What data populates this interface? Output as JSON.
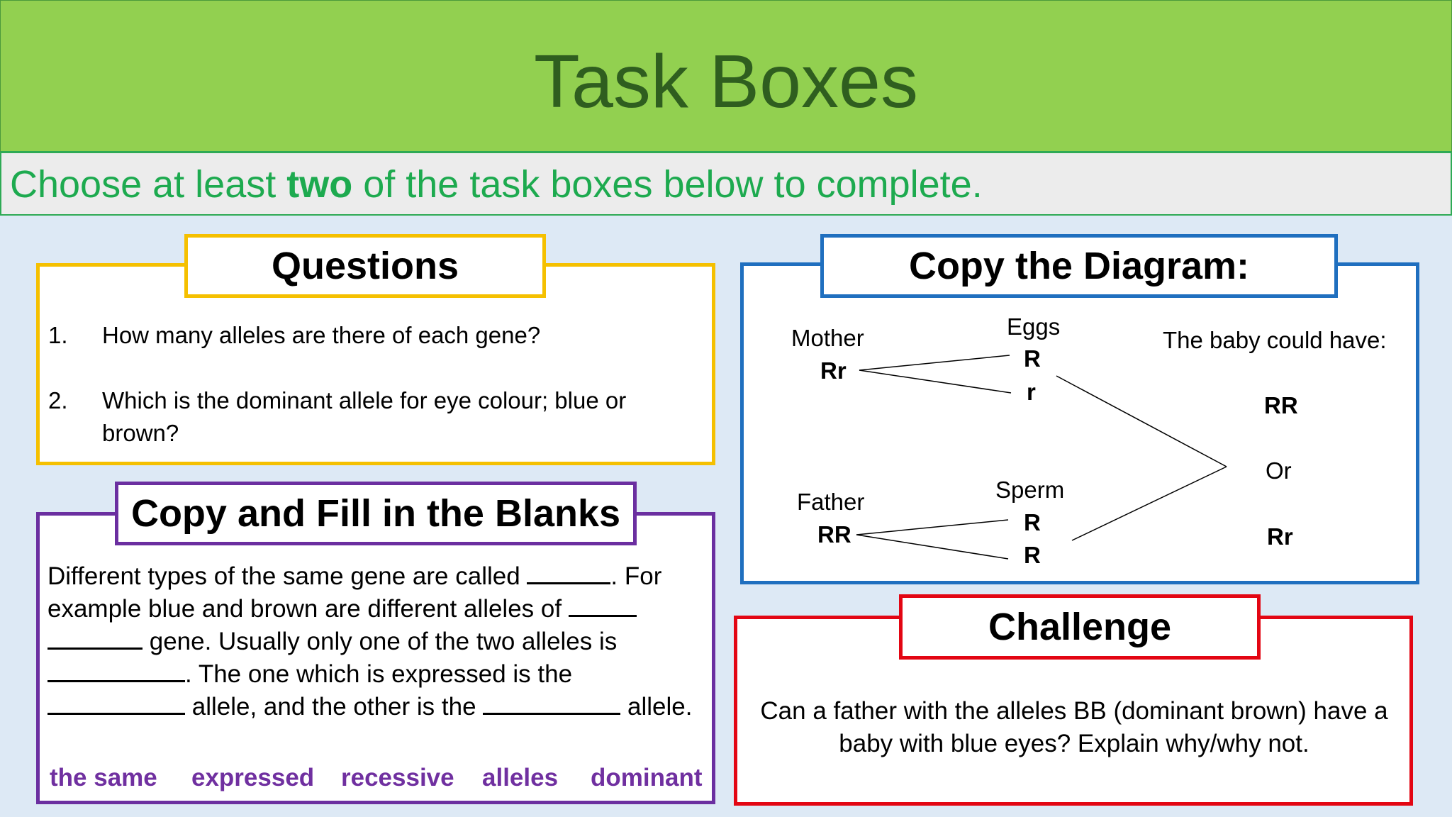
{
  "title": "Task Boxes",
  "subtitle": {
    "pre": "Choose at least ",
    "bold": "two",
    "post": " of the task boxes below to complete."
  },
  "questions": {
    "header": "Questions",
    "items": [
      {
        "num": "1.",
        "text": "How many alleles are there of each gene?"
      },
      {
        "num": "2.",
        "text": "Which is the dominant allele for eye colour; blue or brown?"
      }
    ]
  },
  "diagram": {
    "header": "Copy the Diagram:",
    "mother_label": "Mother",
    "mother_genotype": "Rr",
    "eggs_label": "Eggs",
    "egg_1": "R",
    "egg_2": "r",
    "father_label": "Father",
    "father_genotype": "RR",
    "sperm_label": "Sperm",
    "sperm_1": "R",
    "sperm_2": "R",
    "baby_label": "The baby could have:",
    "baby_option_1": "RR",
    "or_label": "Or",
    "baby_option_2": "Rr"
  },
  "fill_blanks": {
    "header": "Copy and Fill in the Blanks",
    "seg1": "Different types of the same gene are called ",
    "seg2": ". For example blue and brown are different alleles of ",
    "seg3": " gene. Usually only one of the two alleles is ",
    "seg4": ". The one which is expressed is the ",
    "seg5": " allele, and the other is the ",
    "seg6": " allele.",
    "words": [
      "the same",
      "expressed",
      "recessive",
      "alleles",
      "dominant"
    ]
  },
  "challenge": {
    "header": "Challenge",
    "text": "Can a father with the alleles BB (dominant brown) have a baby with blue eyes? Explain why/why not."
  }
}
